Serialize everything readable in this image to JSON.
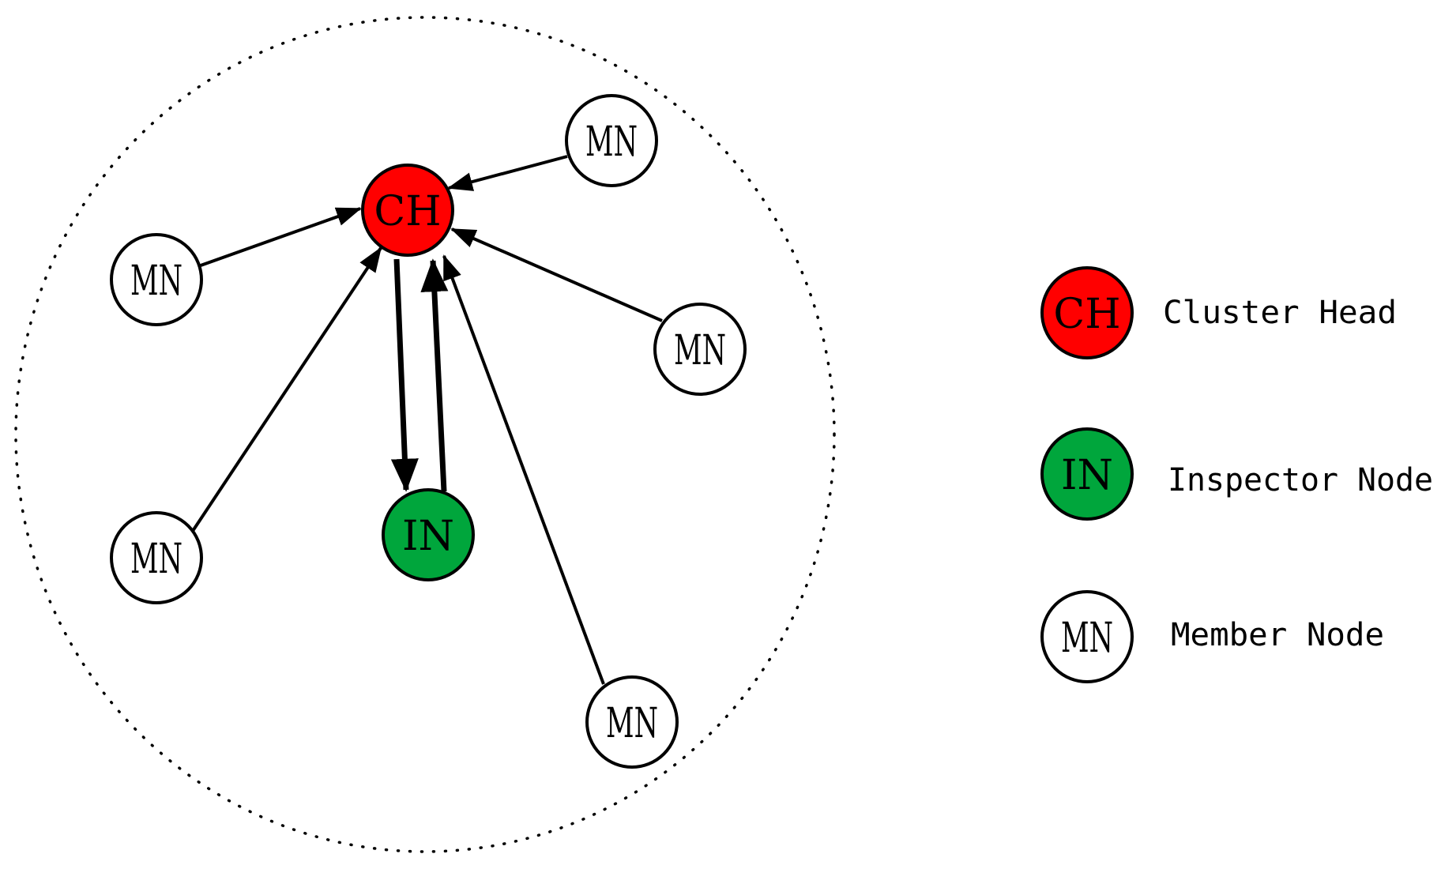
{
  "colors": {
    "cluster_head": "#ff0000",
    "inspector_node": "#00a63c",
    "member_node": "#ffffff",
    "stroke": "#000000"
  },
  "nodes": {
    "ch": {
      "label": "CH"
    },
    "in": {
      "label": "IN"
    },
    "mn1": {
      "label": "MN"
    },
    "mn2": {
      "label": "MN"
    },
    "mn3": {
      "label": "MN"
    },
    "mn4": {
      "label": "MN"
    },
    "mn5": {
      "label": "MN"
    }
  },
  "legend": {
    "items": [
      {
        "symbol": "CH",
        "description": "Cluster Head"
      },
      {
        "symbol": "IN",
        "description": "Inspector Node"
      },
      {
        "symbol": "MN",
        "description": "Member Node"
      }
    ]
  }
}
